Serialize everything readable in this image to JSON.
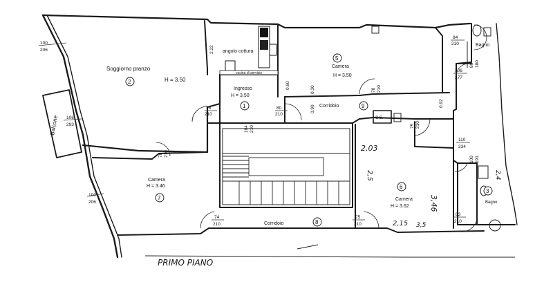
{
  "rooms": [
    {
      "name": "Soggiorno pranzo",
      "number": "2",
      "height": "H = 3.50"
    },
    {
      "name": "angolo cottura",
      "number": "",
      "height": ""
    },
    {
      "name": "Camera",
      "number": "5",
      "height": "H = 3.50"
    },
    {
      "name": "Ingresso",
      "number": "1",
      "height": "H = 3.50"
    },
    {
      "name": "Corridoio",
      "number": "9",
      "height": ""
    },
    {
      "name": "Bagno",
      "number": "",
      "height": ""
    },
    {
      "name": "Balcone",
      "number": "",
      "height": ""
    },
    {
      "name": "Camera",
      "number": "7",
      "height": "H = 3.46"
    },
    {
      "name": "Camera",
      "number": "6",
      "height": "H = 3.62"
    },
    {
      "name": "Corridoio",
      "number": "8",
      "height": ""
    },
    {
      "name": "Bagno",
      "number": "3",
      "height": ""
    },
    {
      "name": "C.S.",
      "number": "",
      "height": ""
    }
  ],
  "openings": [
    {
      "top": "100",
      "bottom": "206"
    },
    {
      "top": "106",
      "bottom": "293"
    },
    {
      "top": "100",
      "bottom": "206"
    },
    {
      "top": "78",
      "bottom": "210"
    },
    {
      "top": "80",
      "bottom": "210"
    },
    {
      "top": "104",
      "bottom": "210"
    },
    {
      "top": "78",
      "bottom": "210"
    },
    {
      "top": "75",
      "bottom": "210"
    },
    {
      "top": "84",
      "bottom": "210"
    },
    {
      "top": "106",
      "bottom": "277"
    },
    {
      "top": "80",
      "bottom": "180"
    },
    {
      "top": "110",
      "bottom": "234"
    },
    {
      "top": "100",
      "bottom": "191"
    },
    {
      "top": "78",
      "bottom": "210"
    },
    {
      "top": "74",
      "bottom": "210"
    },
    {
      "top": "75",
      "bottom": "210"
    },
    {
      "top": "83",
      "bottom": "210"
    }
  ],
  "dimensions": {
    "kitchen_left": "2.22",
    "v1": "0.60",
    "v2": "0.30",
    "v3": "0.90",
    "v4": "0.92",
    "kitchen_strip": "cucina di servizio"
  },
  "handwritten": {
    "a": "2,03",
    "b": "3,46",
    "c": "2,15",
    "d": "2,5",
    "e": "2,4",
    "f": "3,5",
    "bottom_title": "PRIMO PIANO"
  },
  "colors": {
    "ink": "#1a1a1a",
    "paper": "#ffffff"
  }
}
